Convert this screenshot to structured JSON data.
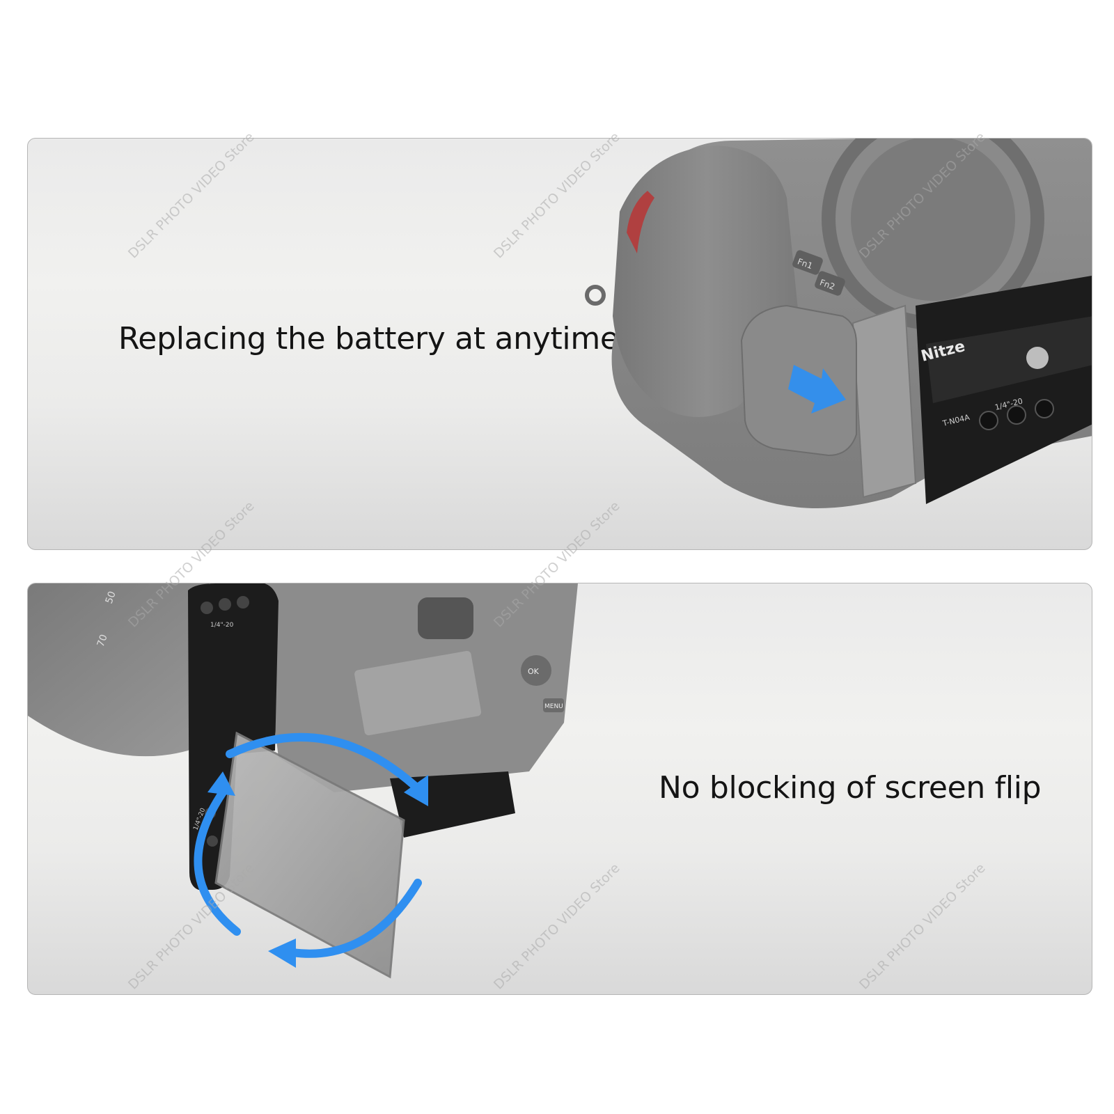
{
  "panels": [
    {
      "caption": "Replacing the battery at anytime",
      "labels": {
        "brand": "Nitze",
        "model": "T-N04A",
        "thread": "1/4\"-20",
        "fn1": "Fn1",
        "fn2": "Fn2"
      }
    },
    {
      "caption": "No blocking of screen flip",
      "labels": {
        "thread_top": "1/4\"-20",
        "thread_side": "1/4\"-20",
        "ok": "OK",
        "menu": "MENU",
        "zoom_50": "50",
        "zoom_70": "70"
      }
    }
  ],
  "watermark": "DSLR PHOTO VIDEO Store",
  "colors": {
    "accent_arrow": "#2f8ff0",
    "plate": "#1c1c1c",
    "camera": "#8a8a8a"
  }
}
